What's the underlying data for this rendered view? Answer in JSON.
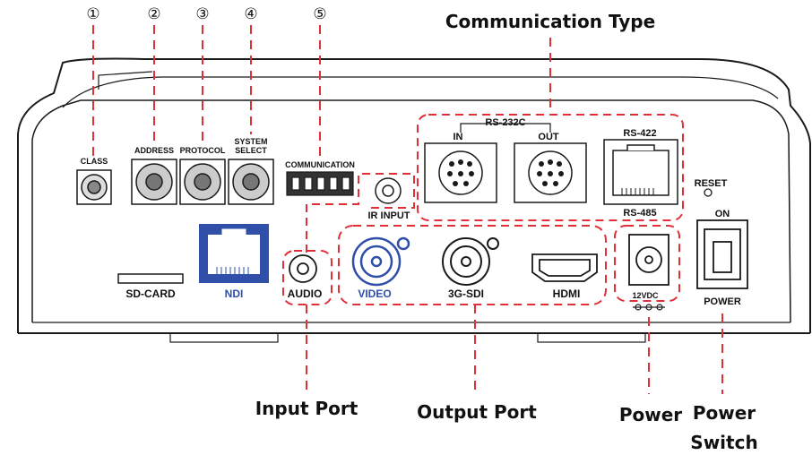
{
  "numbers": [
    "①",
    "②",
    "③",
    "④",
    "⑤"
  ],
  "panel": {
    "class": "CLASS",
    "address": "ADDRESS",
    "protocol": "PROTOCOL",
    "system_select_line1": "SYSTEM",
    "system_select_line2": "SELECT",
    "communication": "COMMUNICATION",
    "ir_input": "IR INPUT",
    "rs232c": "RS-232C",
    "in": "IN",
    "out": "OUT",
    "rs422": "RS-422",
    "rs485": "RS-485",
    "reset": "RESET",
    "on": "ON",
    "power": "POWER",
    "sd_card": "SD-CARD",
    "ndi": "NDI",
    "audio": "AUDIO",
    "video": "VIDEO",
    "sdi": "3G-SDI",
    "hdmi": "HDMI",
    "dc": "12VDC"
  },
  "callouts": {
    "communication_type": "Communication Type",
    "input_port": "Input Port",
    "output_port": "Output Port",
    "power": "Power",
    "power_switch_line1": "Power",
    "power_switch_line2": "Switch"
  },
  "colors": {
    "line": "#1a1a1a",
    "dash": "#e0303a",
    "ndi_blue": "#2f4fa8"
  }
}
